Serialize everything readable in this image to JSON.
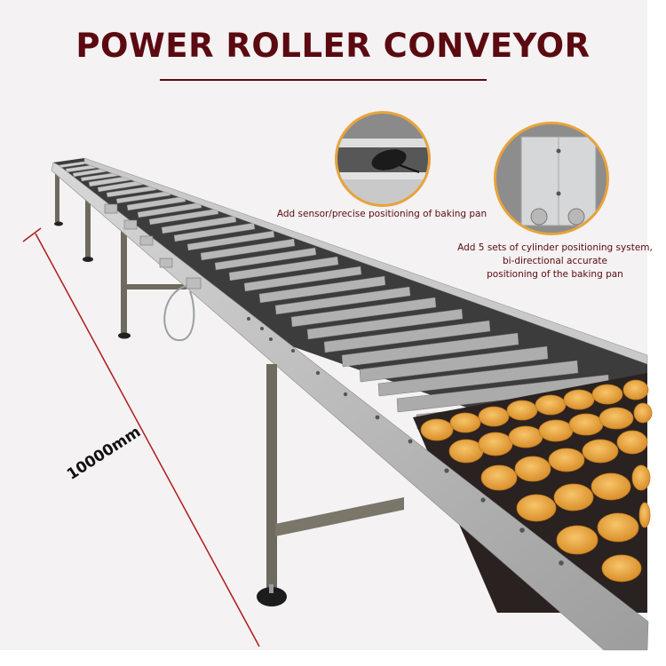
{
  "header": {
    "title": "POWER ROLLER CONVEYOR"
  },
  "callouts": [
    {
      "icon": "sensor-closeup-photo",
      "caption_lines": [
        "Add sensor/precise positioning of baking pan"
      ]
    },
    {
      "icon": "cylinder-closeup-photo",
      "caption_lines": [
        "Add 5 sets of cylinder positioning system,",
        "bi-directional accurate",
        "positioning of the baking pan"
      ]
    }
  ],
  "dimension": {
    "label": "10000mm",
    "line_color": "#b01c1c"
  },
  "colors": {
    "title": "#5a0a10",
    "inset_border": "#e8a33a",
    "background": "#f4f2f3"
  }
}
